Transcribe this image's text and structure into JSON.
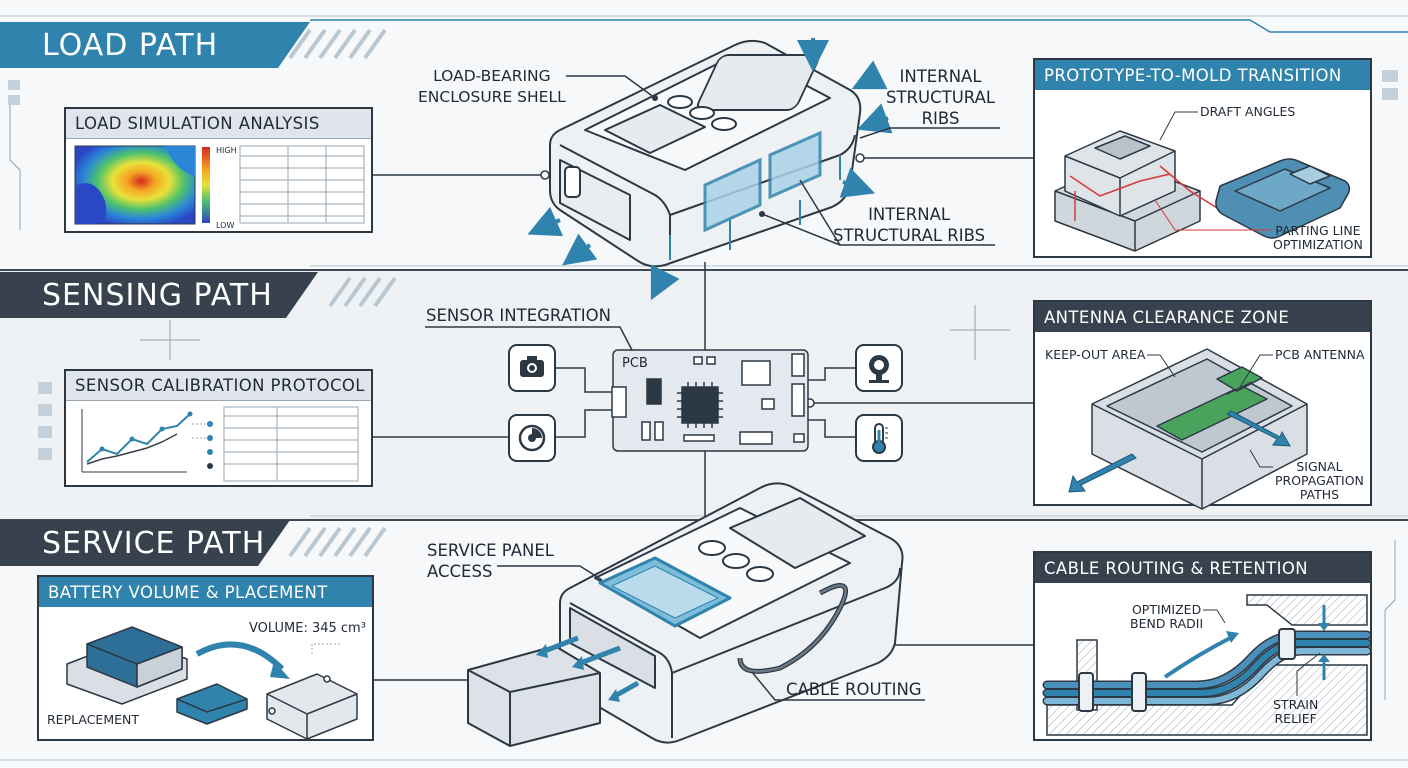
{
  "sections": {
    "load": "LOAD PATH",
    "sensing": "SENSING PATH",
    "service": "SERVICE PATH"
  },
  "load_simulation": {
    "title": "LOAD SIMULATION ANALYSIS",
    "high": "HIGH",
    "low": "LOW"
  },
  "enclosure": {
    "shell_label": "LOAD-BEARING\nENCLOSURE SHELL",
    "ribs_top": "INTERNAL\nSTRUCTURAL\nRIBS",
    "ribs_bottom": "INTERNAL\nSTRUCTURAL RIBS"
  },
  "prototype": {
    "title": "PROTOTYPE-TO-MOLD TRANSITION",
    "draft": "DRAFT ANGLES",
    "parting": "PARTING LINE\nOPTIMIZATION"
  },
  "sensor": {
    "integration": "SENSOR INTEGRATION",
    "pcb": "PCB"
  },
  "calibration": {
    "title": "SENSOR CALIBRATION PROTOCOL"
  },
  "antenna": {
    "title": "ANTENNA CLEARANCE ZONE",
    "keepout": "KEEP-OUT AREA",
    "pcb_antenna": "PCB ANTENNA",
    "signal": "SIGNAL\nPROPAGATION\nPATHS"
  },
  "service_panel": "SERVICE PANEL\nACCESS",
  "cable_routing_label": "CABLE ROUTING",
  "battery": {
    "title": "BATTERY VOLUME & PLACEMENT",
    "volume": "VOLUME: 345 cm³",
    "replacement": "REPLACEMENT"
  },
  "cable": {
    "title": "CABLE ROUTING & RETENTION",
    "bend": "OPTIMIZED\nBEND RADII",
    "strain": "STRAIN\nRELIEF"
  },
  "colors": {
    "accent_blue": "#2f83ad",
    "dark_banner": "#37424e",
    "outline": "#2c3945"
  },
  "icons": [
    "camera-icon",
    "gyro-sensor-icon",
    "webcam-icon",
    "thermometer-icon"
  ]
}
